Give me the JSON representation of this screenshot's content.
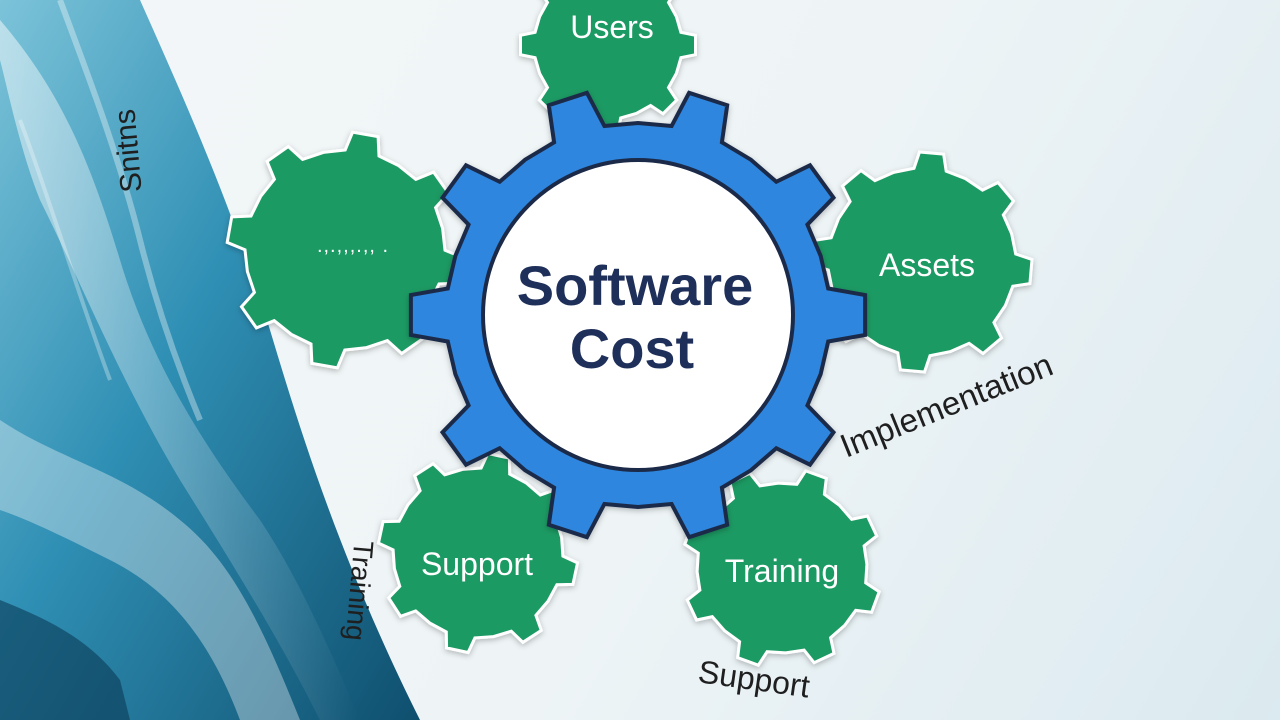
{
  "diagram": {
    "center": {
      "line1": "Software",
      "line2": "Cost"
    },
    "gears": {
      "users": "Users",
      "assets": "Assets",
      "left": ".,.,,,.,, .",
      "support": "Support",
      "training": "Training"
    },
    "floating": {
      "implementation": "Implementation",
      "support_bottom": "Support",
      "left_upper": "Snitns",
      "left_lower": "Training"
    }
  },
  "colors": {
    "gear_green": "#1f9a63",
    "gear_blue": "#2f86de",
    "center_text": "#1e2f5a",
    "wave_blue": "#3a9ec0"
  }
}
